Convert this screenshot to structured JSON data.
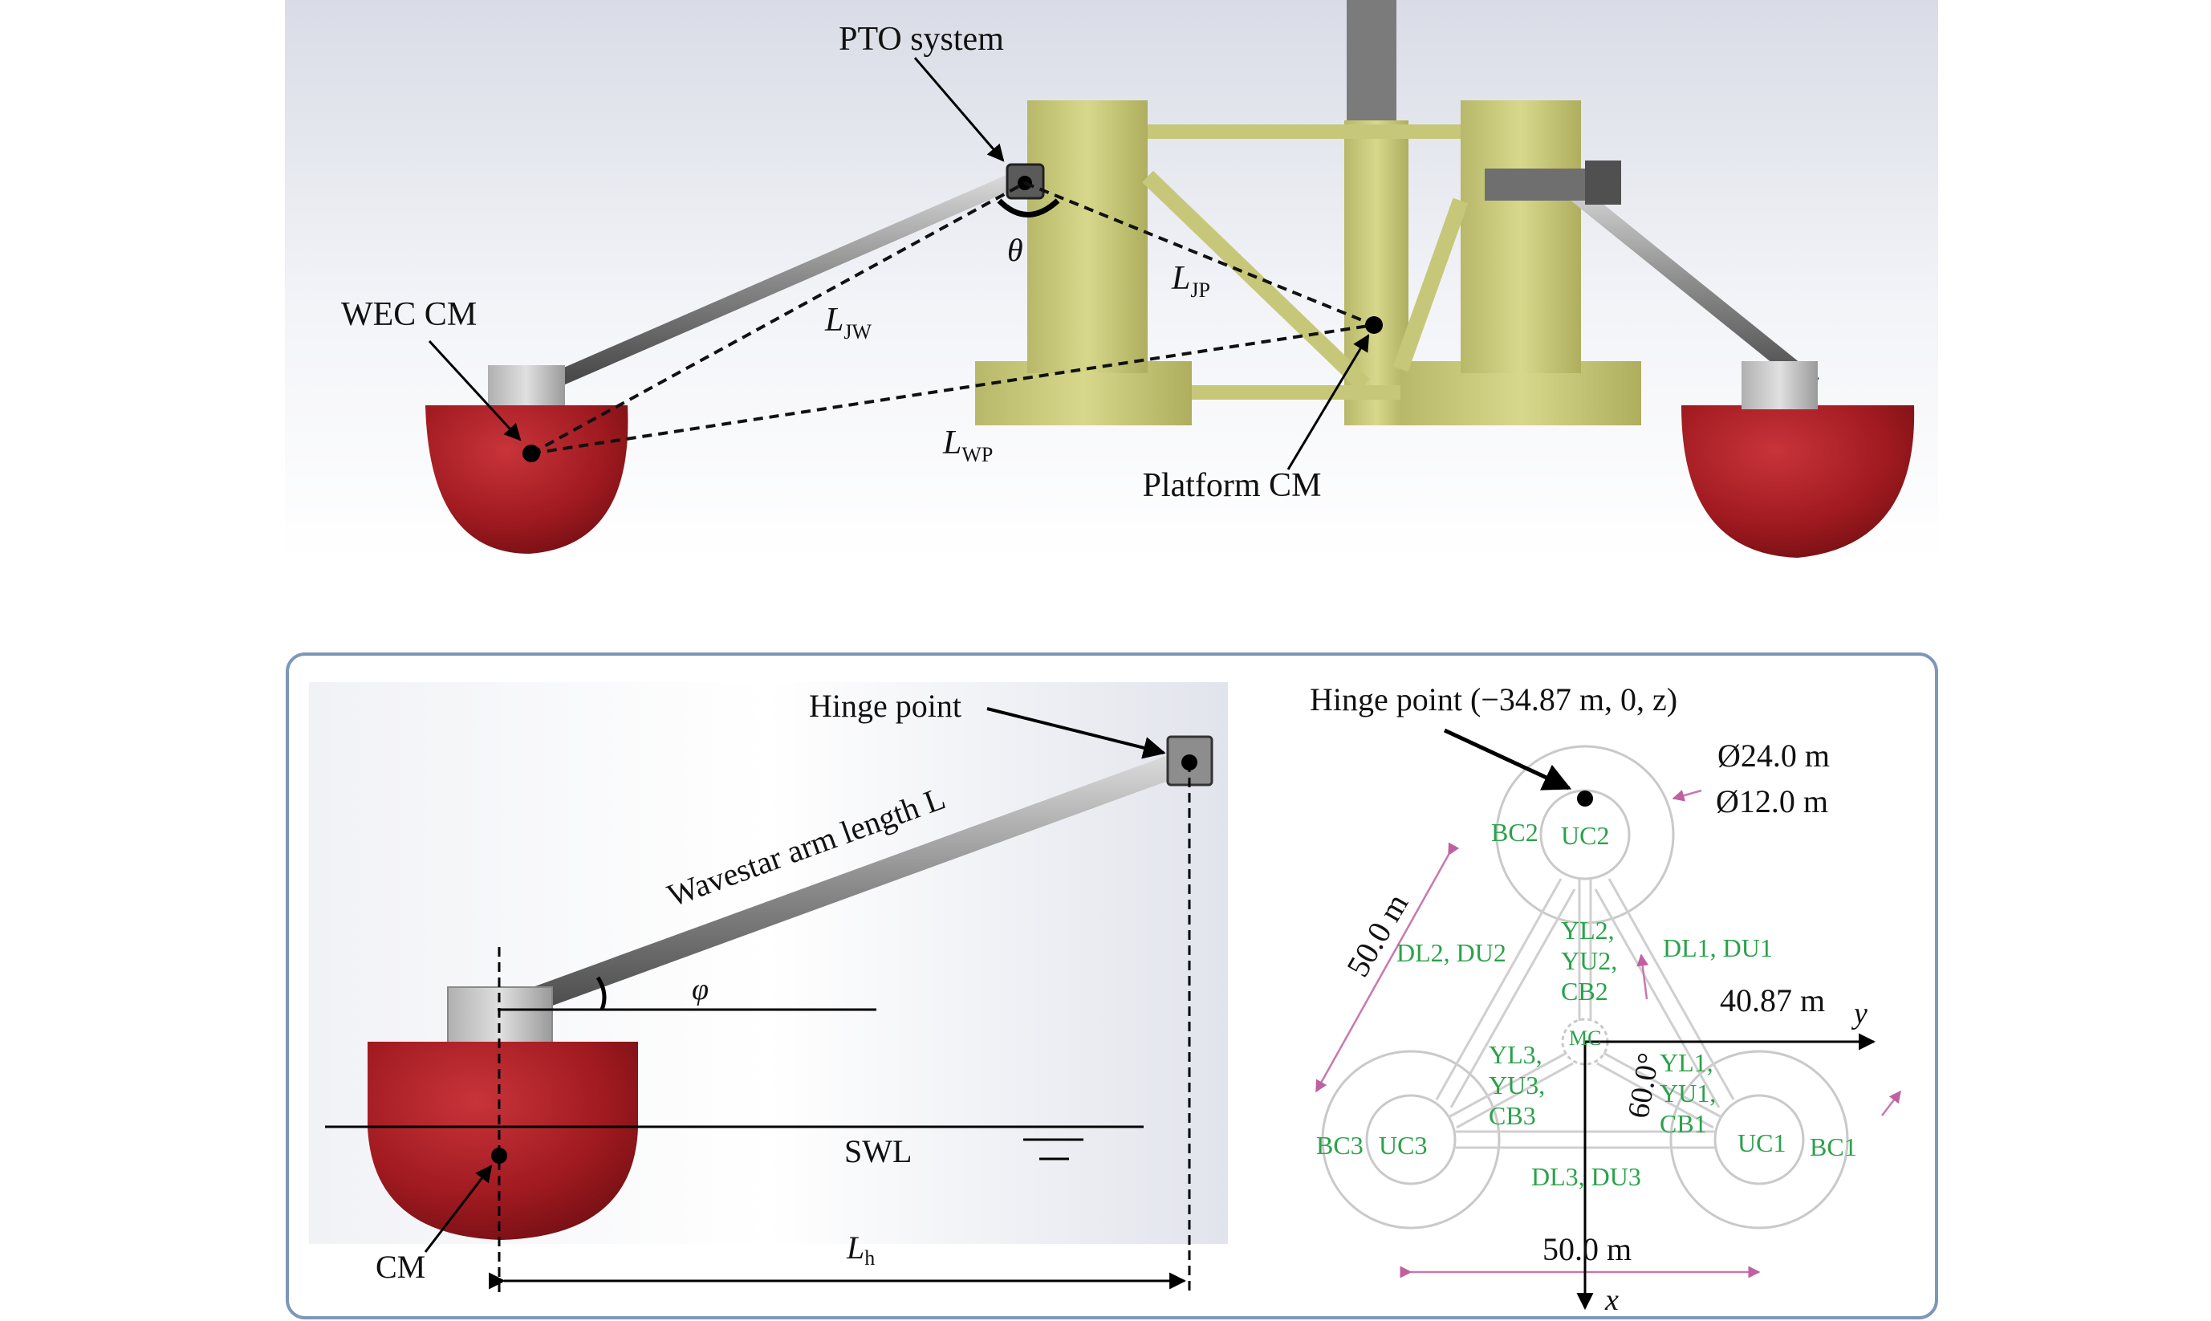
{
  "top": {
    "pto_label": "PTO system",
    "theta": "θ",
    "wec_cm": "WEC CM",
    "l_jw_main": "L",
    "l_jw_sub": "JW",
    "l_jp_main": "L",
    "l_jp_sub": "JP",
    "l_wp_main": "L",
    "l_wp_sub": "WP",
    "platform_cm": "Platform CM"
  },
  "side": {
    "hinge_point": "Hinge point",
    "arm_length": "Wavestar arm length L",
    "phi": "φ",
    "swl": "SWL",
    "cm": "CM",
    "lh_main": "L",
    "lh_sub": "h"
  },
  "plan": {
    "hinge_point": "Hinge point (−34.87 m, 0, z)",
    "dia_outer": "Ø24.0 m",
    "dia_inner": "Ø12.0 m",
    "side_len": "50.0 m",
    "offset_len": "40.87 m",
    "bottom_len": "50.0 m",
    "angle": "60.0°",
    "axis_y": "y",
    "axis_x": "x",
    "mc": "MC",
    "bc2": "BC2",
    "uc2": "UC2",
    "bc3": "BC3",
    "uc3": "UC3",
    "uc1": "UC1",
    "bc1": "BC1",
    "dl2": "DL2, DU2",
    "dl1": "DL1, DU1",
    "dl3": "DL3, DU3",
    "y2a": "YL2,",
    "y2b": "YU2,",
    "y2c": "CB2",
    "y3a": "YL3,",
    "y3b": "YU3,",
    "y3c": "CB3",
    "y1a": "YL1,",
    "y1b": "YU1,",
    "y1c": "CB1"
  }
}
